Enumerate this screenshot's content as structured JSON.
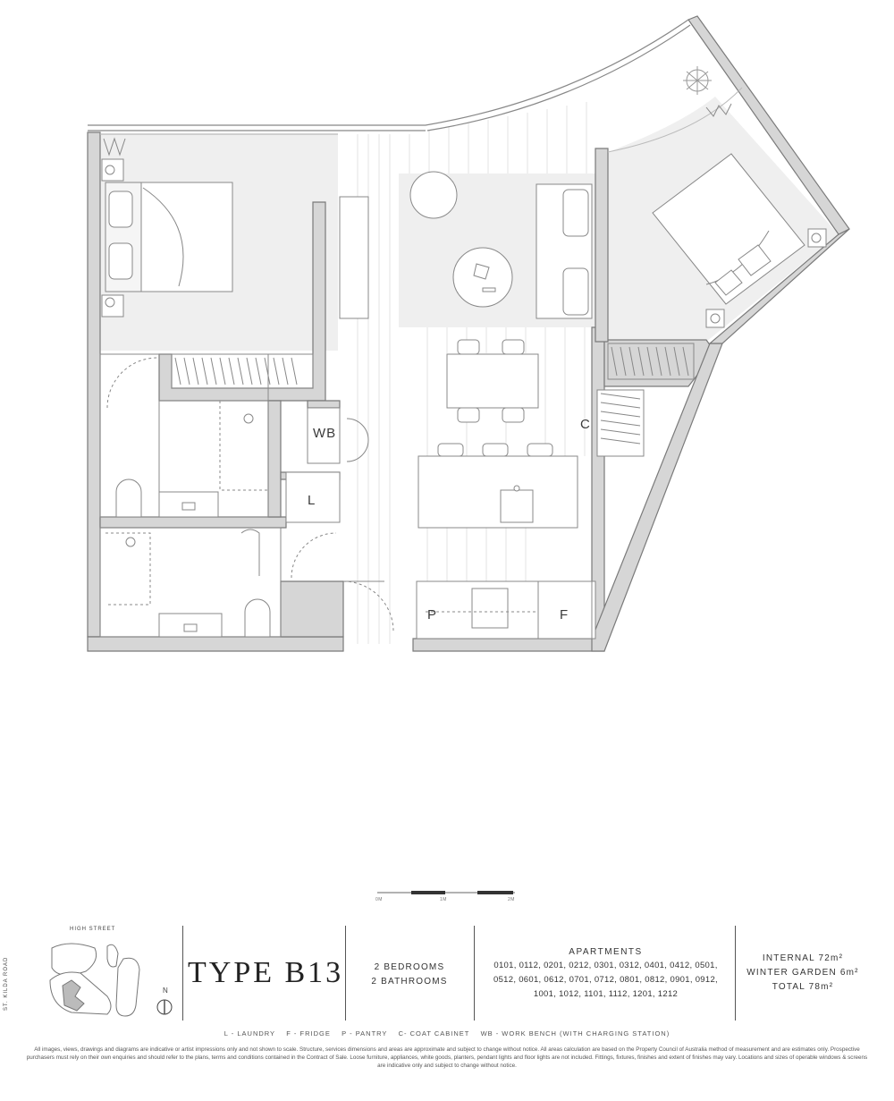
{
  "plan": {
    "labels": {
      "work_bench": "WB",
      "laundry": "L",
      "coat_cabinet": "C",
      "pantry": "P",
      "fridge": "F"
    },
    "colors": {
      "wall": "#d6d6d6",
      "wall_line": "#7a7a7a",
      "floor_shade": "#eeeeee",
      "line": "#9a9a9a"
    }
  },
  "scale_bar": {
    "ticks": [
      "0M",
      "1M",
      "2M"
    ]
  },
  "site_plan": {
    "street_label": "HIGH STREET",
    "road_label": "ST. KILDA ROAD",
    "north_label": "N"
  },
  "type": {
    "title": "TYPE B13"
  },
  "rooms": {
    "bedrooms": "2 BEDROOMS",
    "bathrooms": "2 BATHROOMS"
  },
  "apartments": {
    "title": "APARTMENTS",
    "line1": "0101, 0112, 0201, 0212, 0301, 0312, 0401, 0412, 0501,",
    "line2": "0512, 0601, 0612, 0701, 0712, 0801, 0812, 0901, 0912,",
    "line3": "1001, 1012, 1101, 1112, 1201, 1212"
  },
  "areas": {
    "internal": "INTERNAL 72m²",
    "winter_garden": "WINTER GARDEN 6m²",
    "total": "TOTAL 78m²"
  },
  "legend": "L - LAUNDRY    F - FRIDGE    P - PANTRY    C- COAT CABINET    WB - WORK BENCH (WITH CHARGING STATION)",
  "disclaimer": "All images, views, drawings and diagrams are indicative or artist impressions only and not shown to scale. Structure, services dimensions and areas are approximate and subject to change without notice. All areas calculation are based on the Property Council of Australia method of measurement and are estimates only. Prospective purchasers must rely on their own enquiries and should refer to the plans, terms and conditions contained in the Contract of Sale. Loose furniture, appliances, white goods, planters, pendant lights and floor lights are not included. Fittings, fixtures, finishes and extent of finishes may vary. Locations and sizes of operable windows & screens are indicative only and subject to change without notice."
}
